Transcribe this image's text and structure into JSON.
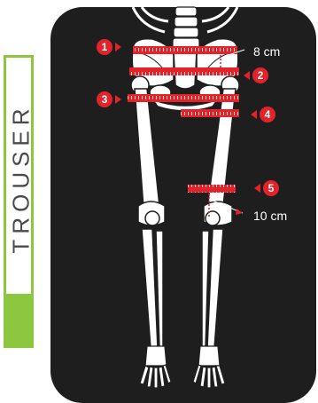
{
  "side_label": "TROUSER",
  "markers": [
    {
      "number": "1"
    },
    {
      "number": "2"
    },
    {
      "number": "3"
    },
    {
      "number": "4"
    },
    {
      "number": "5"
    }
  ],
  "annotations": {
    "waist_gap": "8 cm",
    "knee_gap": "10 cm"
  },
  "colors": {
    "panel": "#1f1e1e",
    "accent_green": "#8dc63f",
    "tape_red": "#e2232a",
    "bone": "#ffffff"
  }
}
